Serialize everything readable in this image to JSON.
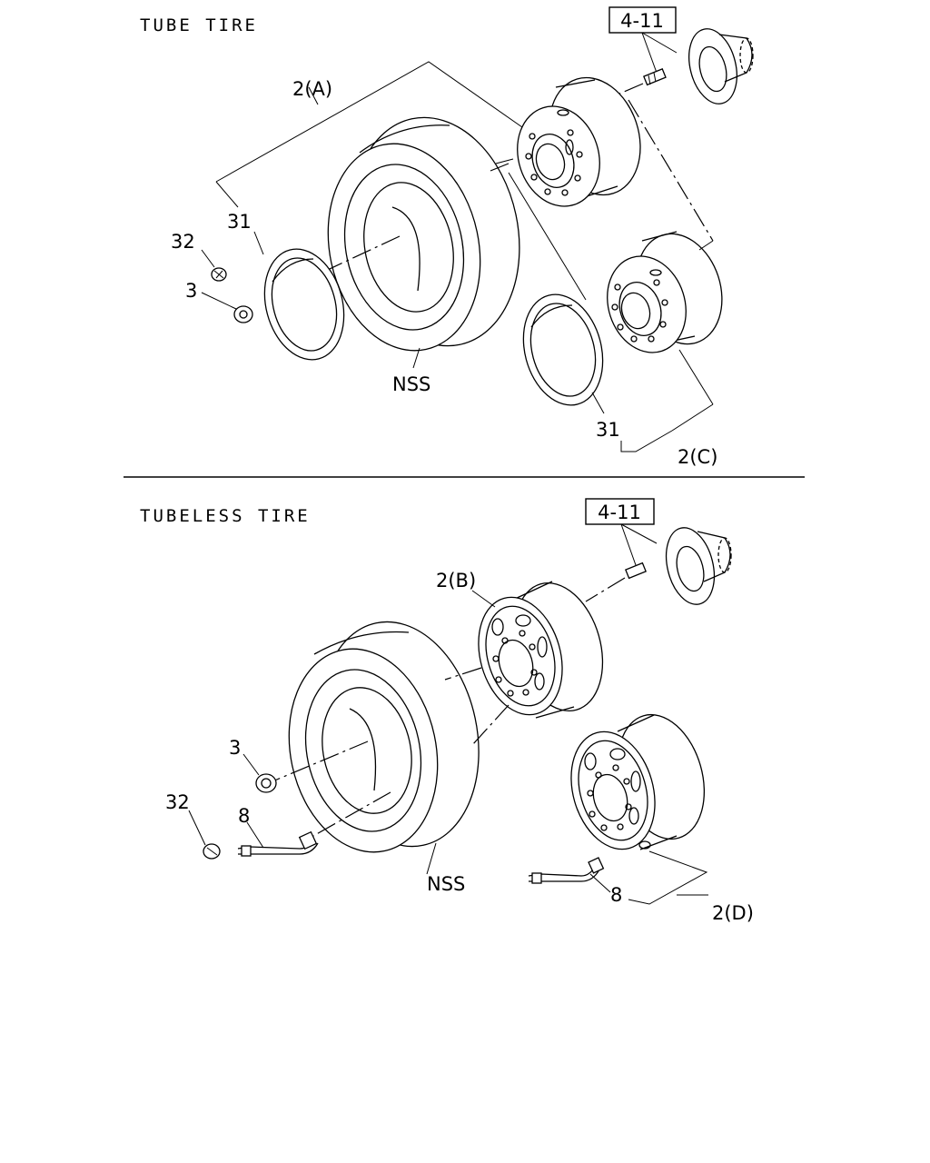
{
  "sections": [
    {
      "title": "TUBE TIRE",
      "ref_box": "4-11",
      "labels": {
        "wheel_a": "2(A)",
        "wheel_c": "2(C)",
        "flap_upper": "31",
        "flap_lower": "31",
        "valve_cap": "32",
        "nut": "3",
        "tire": "NSS"
      }
    },
    {
      "title": "TUBELESS TIRE",
      "ref_box": "4-11",
      "labels": {
        "wheel_b": "2(B)",
        "wheel_d": "2(D)",
        "nut": "3",
        "valve_cap": "32",
        "valve_upper": "8",
        "valve_lower": "8",
        "tire": "NSS"
      }
    }
  ]
}
